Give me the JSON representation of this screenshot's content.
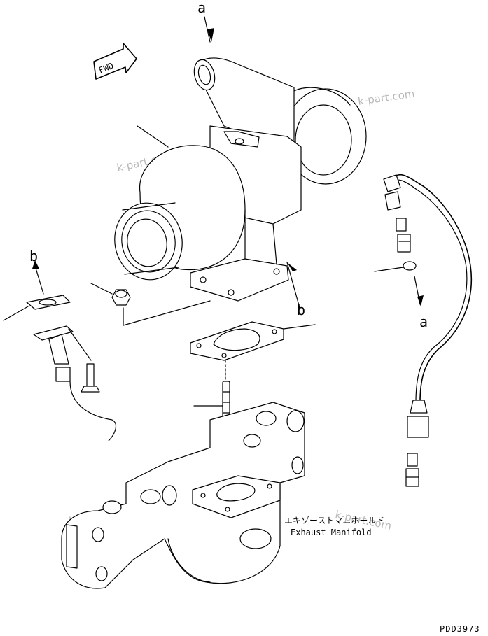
{
  "watermarks": [
    "k-part.com",
    "k-part.com",
    "k-part.com",
    "k-part.com"
  ],
  "callouts": {
    "a_top": "a",
    "a_right": "a",
    "b_left": "b",
    "b_center": "b"
  },
  "fwd_label": "FWD",
  "manifold_label_jp": "エキゾーストマニホールド",
  "manifold_label_en": "Exhaust Manifold",
  "drawing_code": "PDD3973"
}
